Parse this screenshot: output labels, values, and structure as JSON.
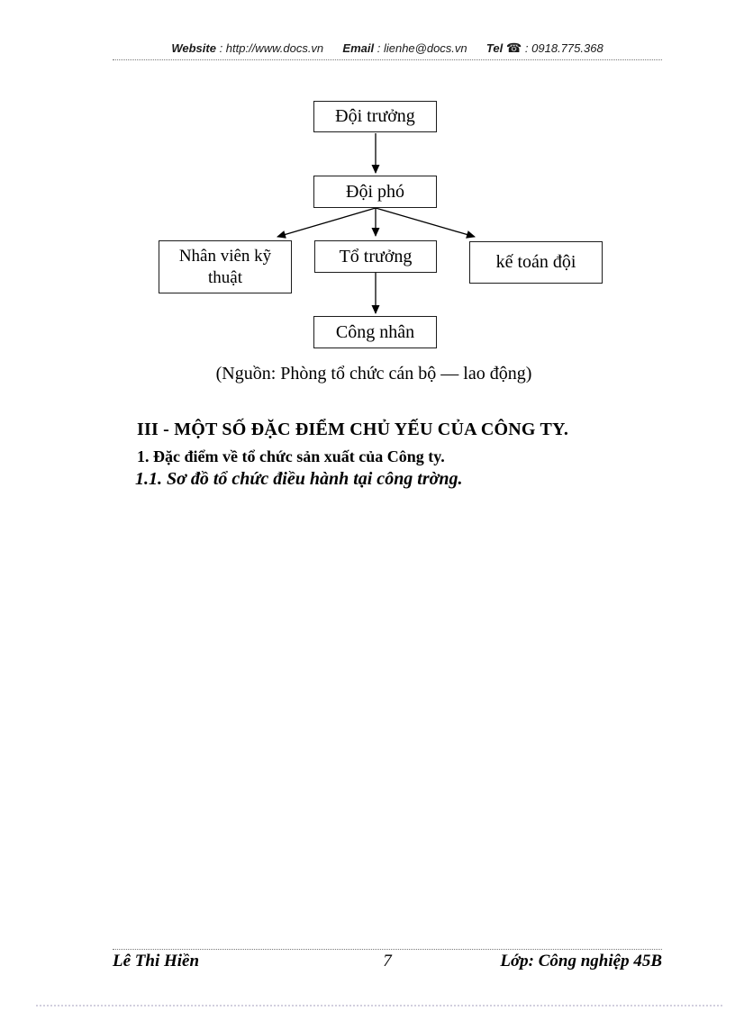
{
  "header": {
    "website_label": "Website",
    "website_value": ": http://www.docs.vn",
    "email_label": "Email",
    "email_value": ": lienhe@docs.vn",
    "tel_label": "Tel",
    "phone_icon": "☎",
    "tel_value": ": 0918.775.368"
  },
  "org_chart": {
    "nodes": {
      "doi_truong": "Đội trưởng",
      "doi_pho": "Đội phó",
      "nhan_vien_ky_thuat": "Nhân viên kỹ thuật",
      "to_truong": "Tổ trưởng",
      "ke_toan_doi": "kế toán đội",
      "cong_nhan": "Công nhân"
    },
    "caption": "(Nguồn: Phòng tổ chức cán bộ — lao động)"
  },
  "body": {
    "heading_main": "III - MỘT SỐ ĐẶC ĐIỂM CHỦ YẾU CỦA CÔNG TY.",
    "heading_sub1": "1. Đặc điểm về tổ chức sản xuất của Công ty.",
    "heading_sub11": "1.1. Sơ đồ tổ chức điều hành tại công trờng."
  },
  "footer": {
    "author": "Lê Thi Hiền",
    "page_number": "7",
    "class_name": "Lớp: Công nghiệp 45B"
  }
}
